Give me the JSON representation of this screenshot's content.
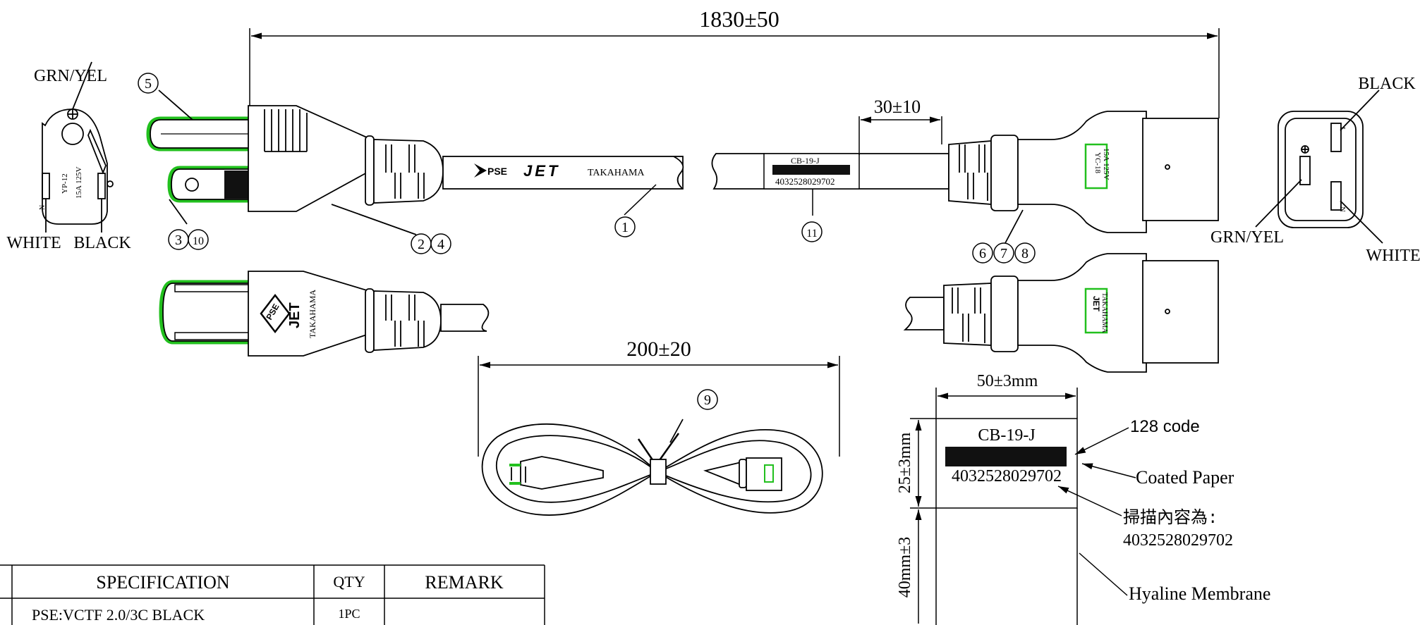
{
  "dims": {
    "overall_length": "1830±50",
    "label_offset": "30±10",
    "bundle_length": "200±20",
    "label_width": "50±3mm",
    "label_height": "25±3mm",
    "membrane_height": "40mm±3"
  },
  "wires": {
    "plug_ground": "GRN/YEL",
    "plug_neutral": "WHITE",
    "plug_line": "BLACK",
    "conn_line": "BLACK",
    "conn_ground": "GRN/YEL",
    "conn_neutral": "WHITE"
  },
  "plug_face": {
    "model": "YP-12",
    "rating": "15A 125V",
    "n_mark": "N"
  },
  "connector_face": {
    "line_mark": "L",
    "neutral_mark": "N"
  },
  "cable_print": {
    "pse": "PSE",
    "brand": "JET",
    "maker": "TAKAHAMA"
  },
  "plug_side": {
    "brand": "JET",
    "pse": "PSE",
    "maker": "TAKAHAMA"
  },
  "connector_label": {
    "model": "YC-18",
    "rating": "15A 125V"
  },
  "connector_side": {
    "mark": "JET",
    "maker": "TAKAHAMA"
  },
  "barcode_tag": {
    "part": "CB-19-J",
    "code": "4032528029702"
  },
  "balloons": [
    "1",
    "2",
    "3",
    "4",
    "5",
    "6",
    "7",
    "8",
    "9",
    "10",
    "11"
  ],
  "label_detail": {
    "part": "CB-19-J",
    "code": "4032528029702",
    "callout_barcode": "128 code",
    "callout_paper": "Coated Paper",
    "callout_content": "掃描內容為:",
    "callout_content_value": "4032528029702",
    "callout_membrane": "Hyaline Membrane"
  },
  "spec_table": {
    "headers": [
      "SPECIFICATION",
      "QTY",
      "REMARK"
    ],
    "rows": [
      [
        "PSE:VCTF 2.0/3C BLACK",
        "1PC",
        ""
      ]
    ]
  },
  "colors": {
    "line": "#000000",
    "highlight": "#22c01e",
    "barcode": "#111111"
  }
}
